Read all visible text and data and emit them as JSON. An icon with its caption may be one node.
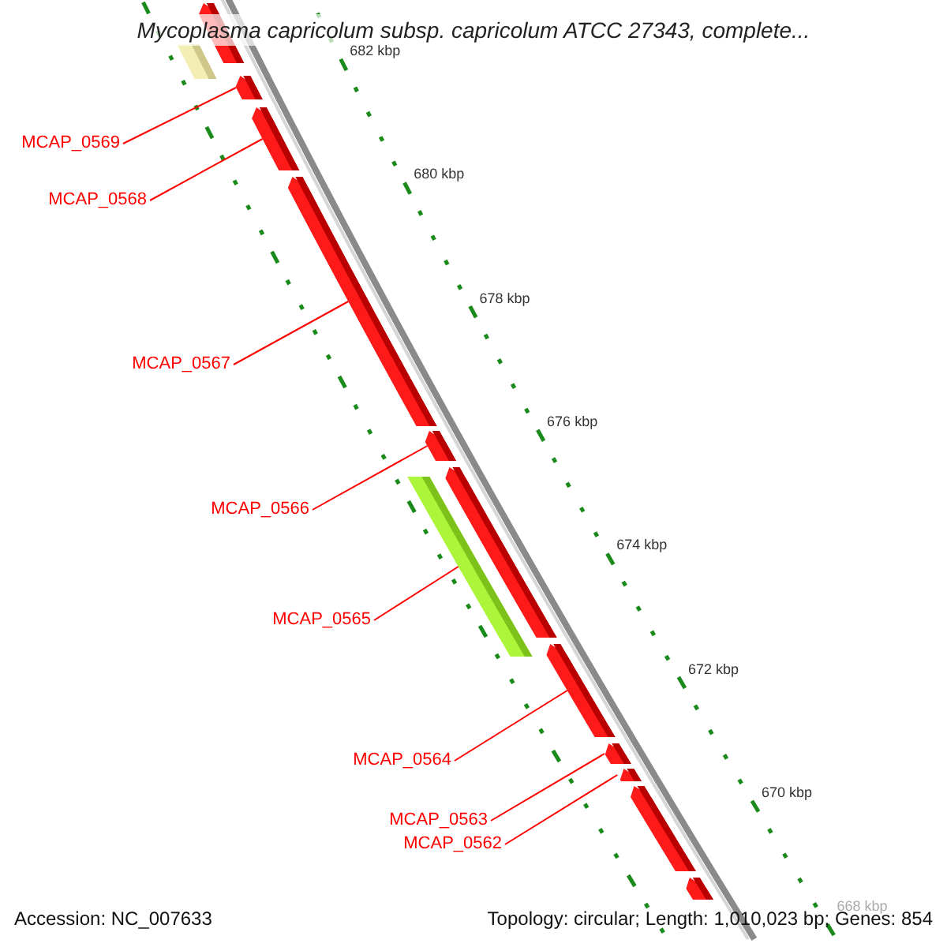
{
  "diagram": {
    "title": "Mycoplasma capricolum subsp. capricolum ATCC 27343, complete...",
    "nodes": [
      {
        "text": [
          "MCAP_0569"
        ]
      },
      {
        "text": [
          "MCAP_0568"
        ]
      },
      {
        "text": [
          "MCAP_0567"
        ]
      },
      {
        "text": [
          "MCAP_0566"
        ]
      },
      {
        "text": [
          "MCAP_0565"
        ]
      },
      {
        "text": [
          "MCAP_0564"
        ]
      },
      {
        "text": [
          "MCAP_0563"
        ]
      },
      {
        "text": [
          "MCAP_0562"
        ]
      },
      {
        "text": [],
        "shape": "arrow"
      },
      {
        "text": [],
        "shape": "bar"
      },
      {
        "text": [],
        "shape": "arrow"
      },
      {
        "text": [],
        "shape": "arrow"
      },
      {
        "text": [],
        "shape": "arrow"
      },
      {
        "text": [],
        "shape": "arrow"
      },
      {
        "text": [],
        "shape": "arrow"
      },
      {
        "text": [],
        "shape": "bar"
      },
      {
        "text": [],
        "shape": "arrow"
      },
      {
        "text": [],
        "shape": "arrow"
      },
      {
        "text": [],
        "shape": "arrow"
      },
      {
        "text": [],
        "shape": "arrow"
      },
      {
        "text": [],
        "shape": "arrow"
      }
    ],
    "edges": [
      {
        "from": 0,
        "to": 10,
        "arrow": "none"
      },
      {
        "from": 1,
        "to": 11,
        "arrow": "none"
      },
      {
        "from": 2,
        "to": 12,
        "arrow": "none"
      },
      {
        "from": 3,
        "to": 13,
        "arrow": "none"
      },
      {
        "from": 4,
        "to": 15,
        "arrow": "none"
      },
      {
        "from": 5,
        "to": 16,
        "arrow": "none"
      },
      {
        "from": 6,
        "to": 17,
        "arrow": "none"
      },
      {
        "from": 7,
        "to": 18,
        "arrow": "none"
      }
    ],
    "labels": [
      "682 kbp",
      "680 kbp",
      "678 kbp",
      "676 kbp",
      "674 kbp",
      "672 kbp",
      "670 kbp",
      "668 kbp",
      "Accession: NC_007633",
      "Topology: circular; Length: 1,010,023 bp; Genes: 854"
    ]
  }
}
